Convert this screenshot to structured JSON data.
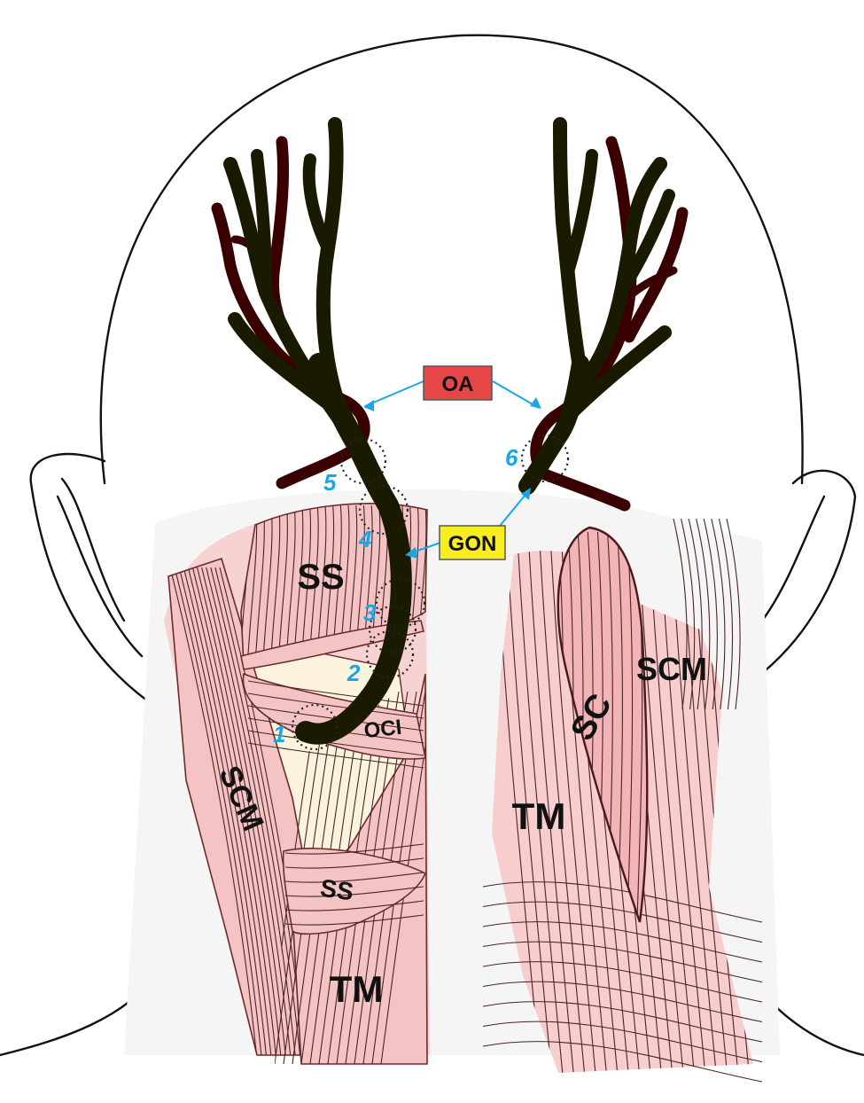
{
  "labels": {
    "oa": "OA",
    "gon": "GON",
    "ss_upper": "SS",
    "ss_lower": "SS",
    "oci": "OCI",
    "scm_left": "SCM",
    "scm_right": "SCM",
    "tm_left": "TM",
    "tm_right": "TM",
    "sc": "SC"
  },
  "compression_points": [
    "1",
    "2",
    "3",
    "4",
    "5",
    "6"
  ],
  "colors": {
    "nerve": "#f7ee1f",
    "artery": "#e41d1d",
    "muscle": "#f4c3c4",
    "pointer": "#1aa6e6",
    "oa_box": "#e64646",
    "gon_box": "#f7ee1f",
    "fat": "#fbf3dd"
  },
  "icons": [
    "head-outline",
    "occipital-artery",
    "greater-occipital-nerve"
  ]
}
